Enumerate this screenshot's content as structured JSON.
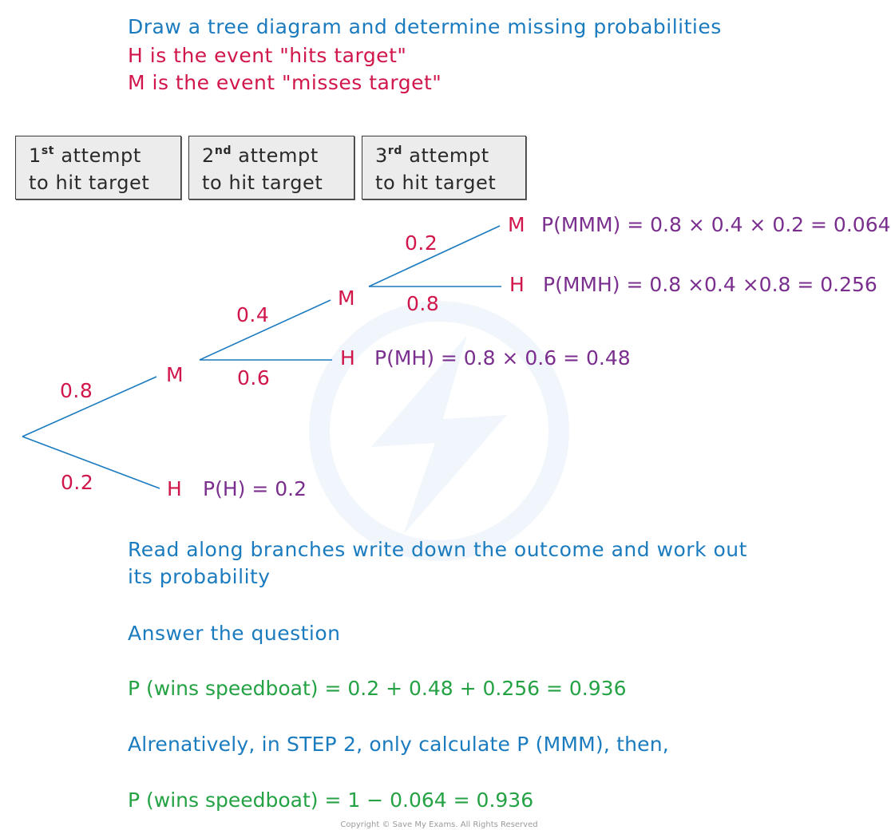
{
  "intro": {
    "line1": "Draw a tree diagram and determine missing probabilities",
    "line2": "H is the event \"hits target\"",
    "line3": "M is the event \"misses target\""
  },
  "headers": [
    {
      "num": "1",
      "sup": "st",
      "word": " attempt",
      "line2": "to hit target"
    },
    {
      "num": "2",
      "sup": "nd",
      "word": " attempt",
      "line2": "to hit target"
    },
    {
      "num": "3",
      "sup": "rd",
      "word": " attempt",
      "line2": "to hit target"
    }
  ],
  "tree": {
    "p1_miss": "0.8",
    "p1_hit": "0.2",
    "p2_miss": "0.4",
    "p2_hit": "0.6",
    "p3_miss": "0.2",
    "p3_hit": "0.8",
    "node_m1": "M",
    "node_h1": "H",
    "node_m2": "M",
    "node_h2": "H",
    "node_m3": "M",
    "node_h3": "H",
    "calc_mmm": "P(MMM) = 0.8 × 0.4 × 0.2 = 0.064",
    "calc_mmh": "P(MMH) = 0.8 ×0.4 ×0.8 = 0.256",
    "calc_mh": "P(MH) = 0.8 × 0.6  = 0.48",
    "calc_h": "P(H) = 0.2"
  },
  "steps": {
    "read_line1": "Read along branches write down the outcome and work out",
    "read_line2": "its probability",
    "answer": "Answer the question",
    "eq1": "P (wins speedboat) = 0.2  +  0.48  +  0.256 = 0.936",
    "alt": "Alrenatively, in STEP 2, only calculate P (MMM), then,",
    "eq2": "P (wins speedboat) = 1  −  0.064 = 0.936"
  },
  "copyright": "Copyright © Save My Exams. All Rights Reserved",
  "colors": {
    "blue": "#1b7bbf",
    "red": "#d1164b",
    "purple": "#7a2e8e",
    "green": "#24a244",
    "branch": "#1b7bbf"
  }
}
